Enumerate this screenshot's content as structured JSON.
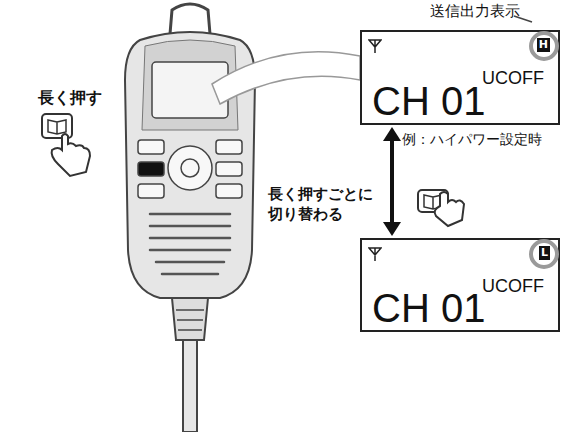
{
  "diagram": {
    "nodes": [
      {
        "text": [
          "H",
          "UCOFF",
          "CH 01"
        ]
      },
      {
        "text": [
          "L",
          "UCOFF",
          "CH 01"
        ]
      }
    ],
    "edges": [
      {
        "from": 0,
        "to": 1,
        "arrow": "both",
        "label": "長く押すごとに 切り替わる"
      }
    ],
    "labels": [
      "送信出力表示",
      "長く押す",
      "例：ハイパワー設定時"
    ]
  }
}
